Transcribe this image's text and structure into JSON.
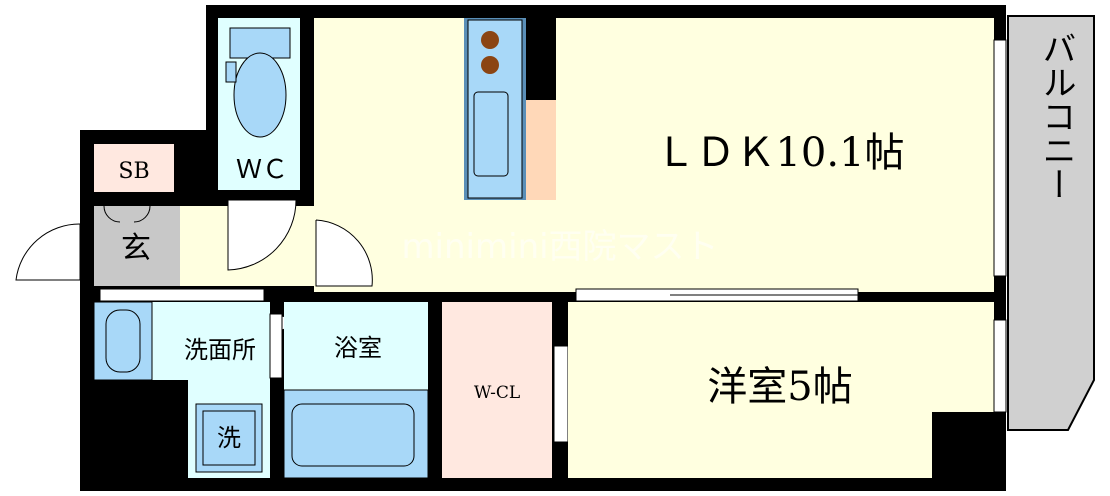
{
  "floorplan": {
    "rooms": {
      "ldk": "ＬＤＫ10.1帖",
      "yoshitsu": "洋室5帖",
      "wc": "ＷＣ",
      "sb": "SB",
      "genkan": "玄",
      "senmenjo": "洗面所",
      "yokushitsu": "浴室",
      "wcl": "W-CL",
      "sentaku": "洗",
      "balcony": "バルコニー"
    },
    "watermark": "minimini西院マスト"
  },
  "colors": {
    "wall": "#000000",
    "ldk_floor": "#ffffe0",
    "wet_area": "#e0ffff",
    "closet": "#ffe8e0",
    "entrance": "#c8c8c8",
    "balcony": "#d0d0d0",
    "fixture_blue": "#a8d8f8",
    "kitchen_panel": "#ffd8b8",
    "stove_burner": "#8b4513"
  }
}
